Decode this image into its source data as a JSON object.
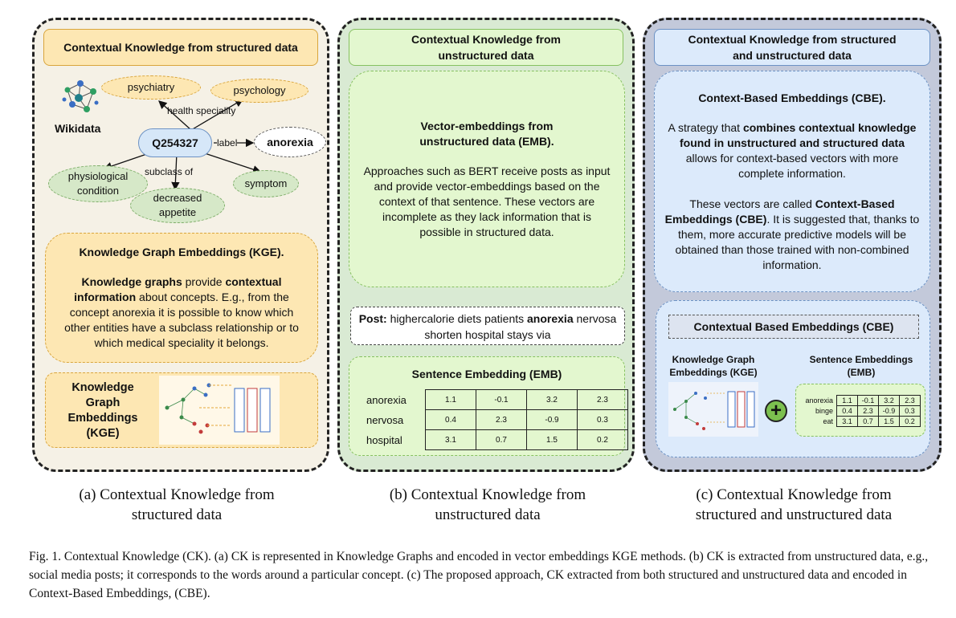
{
  "panel_a": {
    "header": "Contextual Knowledge from structured data",
    "wikidata_label": "Wikidata",
    "graph": {
      "center": "Q254327",
      "psychiatry": "psychiatry",
      "psychology": "psychology",
      "anorexia": "anorexia",
      "physiological": "physiological condition",
      "decreased": "decreased appetite",
      "symptom": "symptom",
      "edge_health": "health speciality",
      "edge_label": "label",
      "edge_subclass": "subclass of"
    },
    "kge_title": "Knowledge Graph Embeddings (KGE).",
    "kge_bold1": "Knowledge graphs",
    "kge_t1": " provide ",
    "kge_bold2": "contextual information",
    "kge_t2": " about concepts. E.g., from the concept anorexia it is possible to know which other entities have a subclass relationship or to which medical speciality it belongs.",
    "kge_box_label": "Knowledge Graph Embeddings (KGE)"
  },
  "panel_b": {
    "header": "Contextual Knowledge from unstructured data",
    "emb_title": "Vector-embeddings from unstructured data (EMB).",
    "emb_text": "Approaches such as BERT receive posts as input and provide vector-embeddings based on the context of that sentence. These vectors are incomplete as they lack information that is possible in structured data.",
    "post_label": "Post:",
    "post_t1": " highercalorie diets patients ",
    "post_bold": "anorexia",
    "post_t2": " nervosa shorten hospital stays via",
    "sentence_title": "Sentence Embedding (EMB)",
    "rows": [
      {
        "word": "anorexia",
        "values": [
          "1.1",
          "-0.1",
          "3.2",
          "2.3"
        ]
      },
      {
        "word": "nervosa",
        "values": [
          "0.4",
          "2.3",
          "-0.9",
          "0.3"
        ]
      },
      {
        "word": "hospital",
        "values": [
          "3.1",
          "0.7",
          "1.5",
          "0.2"
        ]
      }
    ]
  },
  "panel_c": {
    "header": "Contextual Knowledge from structured and unstructured data",
    "cbe_title": "Context-Based Embeddings (CBE).",
    "cbe_t1": "A strategy that ",
    "cbe_bold1": "combines contextual knowledge found in unstructured and structured data",
    "cbe_t2": " allows for context-based vectors with more complete information.",
    "cbe_t3": "These vectors are called ",
    "cbe_bold2": "Context-Based Embeddings (CBE)",
    "cbe_t4": ". It is suggested that, thanks to them, more accurate predictive models will be obtained than those trained with non-combined information.",
    "cbe_box_label": "Contextual Based Embeddings (CBE)",
    "kge_label": "Knowledge Graph Embeddings (KGE)",
    "emb_label": "Sentence Embeddings (EMB)",
    "plus_symbol": "+",
    "rows": [
      {
        "word": "anorexia",
        "values": [
          "1.1",
          "-0.1",
          "3.2",
          "2.3"
        ]
      },
      {
        "word": "binge",
        "values": [
          "0.4",
          "2.3",
          "-0.9",
          "0.3"
        ]
      },
      {
        "word": "eat",
        "values": [
          "3.1",
          "0.7",
          "1.5",
          "0.2"
        ]
      }
    ]
  },
  "captions": {
    "a": "(a) Contextual Knowledge from structured data",
    "b": "(b) Contextual Knowledge from unstructured data",
    "c": "(c) Contextual Knowledge from structured and unstructured data"
  },
  "figure_caption": "Fig. 1. Contextual Knowledge (CK). (a) CK is represented in Knowledge Graphs and encoded in vector embeddings KGE methods. (b) CK is extracted from unstructured data, e.g., social media posts; it corresponds to the words around a particular concept. (c) The proposed approach, CK extracted from both structured and unstructured data and encoded in Context-Based Embeddings, (CBE).",
  "colors": {
    "panel_a_bg": "#f5f1e6",
    "panel_b_bg": "#d9ead3",
    "panel_c_bg": "#c3c9da",
    "orange_fill": "#fde7b3",
    "orange_border": "#e2b14e",
    "green_fill": "#e3f7cf",
    "green_border": "#86c160",
    "blue_fill": "#dceafb",
    "blue_border": "#6c92c4",
    "node_fill": "#d6e7f8",
    "node_green": "#d6e8c8"
  }
}
